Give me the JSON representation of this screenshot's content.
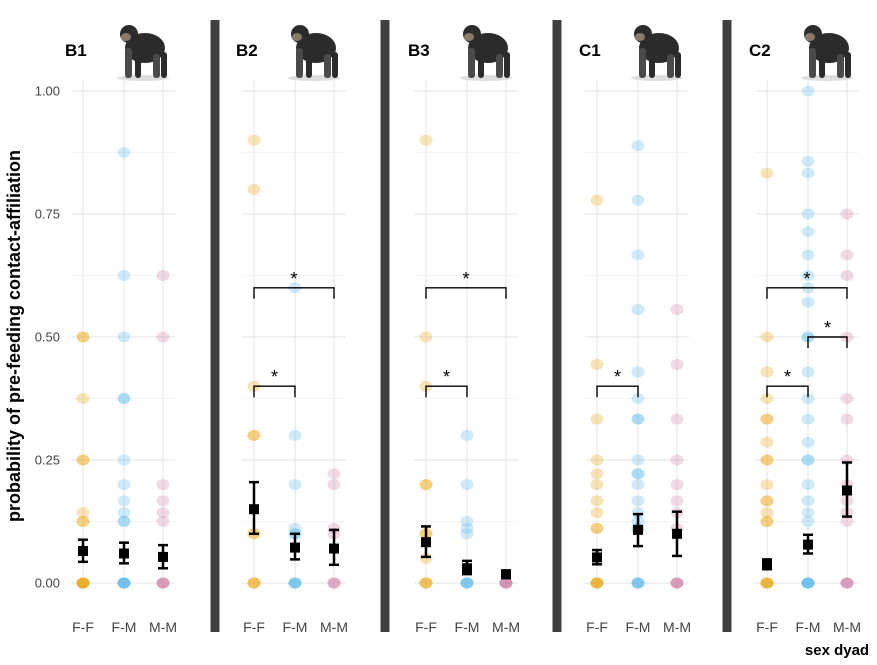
{
  "chart_data": {
    "type": "scatter",
    "ylabel": "probability of pre-feeding contact-affiliation",
    "xlabel": "sex dyad",
    "ylim": [
      0,
      1
    ],
    "yticks": [
      "0.00",
      "0.25",
      "0.50",
      "0.75",
      "1.00"
    ],
    "categories": [
      "F-F",
      "F-M",
      "M-M"
    ],
    "colors": {
      "F-F": "#E69F00",
      "F-M": "#56B4E9",
      "M-M": "#CC79A7"
    },
    "grid": true,
    "panels": [
      {
        "title": "B1",
        "image": "bonobo",
        "points": {
          "F-F": [
            0,
            0,
            0,
            0,
            0,
            0.125,
            0.125,
            0.143,
            0.25,
            0.25,
            0.375,
            0.5,
            0.5
          ],
          "F-M": [
            0,
            0,
            0,
            0,
            0,
            0.125,
            0.125,
            0.143,
            0.167,
            0.2,
            0.25,
            0.375,
            0.375,
            0.5,
            0.625,
            0.875
          ],
          "M-M": [
            0,
            0,
            0,
            0,
            0.125,
            0.143,
            0.167,
            0.2,
            0.5,
            0.625
          ]
        },
        "means": [
          {
            "category": "F-F",
            "mean": 0.065,
            "lo": 0.043,
            "hi": 0.088
          },
          {
            "category": "F-M",
            "mean": 0.06,
            "lo": 0.04,
            "hi": 0.082
          },
          {
            "category": "M-M",
            "mean": 0.053,
            "lo": 0.03,
            "hi": 0.077
          }
        ],
        "significance": []
      },
      {
        "title": "B2",
        "image": "bonobo",
        "points": {
          "F-F": [
            0,
            0,
            0,
            0.1,
            0.1,
            0.3,
            0.3,
            0.4,
            0.8,
            0.9
          ],
          "F-M": [
            0,
            0,
            0,
            0,
            0.1,
            0.1,
            0.111,
            0.2,
            0.3,
            0.6
          ],
          "M-M": [
            0,
            0,
            0,
            0.1,
            0.111,
            0.2,
            0.222
          ]
        },
        "means": [
          {
            "category": "F-F",
            "mean": 0.15,
            "lo": 0.1,
            "hi": 0.205
          },
          {
            "category": "F-M",
            "mean": 0.072,
            "lo": 0.048,
            "hi": 0.1
          },
          {
            "category": "M-M",
            "mean": 0.07,
            "lo": 0.037,
            "hi": 0.108
          }
        ],
        "significance": [
          {
            "from": "F-F",
            "to": "F-M",
            "y": 0.4,
            "label": "*"
          },
          {
            "from": "F-F",
            "to": "M-M",
            "y": 0.6,
            "label": "*"
          }
        ]
      },
      {
        "title": "B3",
        "image": "bonobo",
        "points": {
          "F-F": [
            0,
            0,
            0,
            0.05,
            0.1,
            0.1,
            0.2,
            0.2,
            0.4,
            0.5,
            0.9
          ],
          "F-M": [
            0,
            0,
            0,
            0,
            0.1,
            0.111,
            0.125,
            0.2,
            0.3
          ],
          "M-M": [
            0,
            0,
            0,
            0,
            0
          ]
        },
        "means": [
          {
            "category": "F-F",
            "mean": 0.083,
            "lo": 0.053,
            "hi": 0.115
          },
          {
            "category": "F-M",
            "mean": 0.03,
            "lo": 0.018,
            "hi": 0.045
          },
          {
            "category": "M-M",
            "mean": 0.018,
            "lo": 0.01,
            "hi": 0.025
          }
        ],
        "significance": [
          {
            "from": "F-F",
            "to": "F-M",
            "y": 0.4,
            "label": "*"
          },
          {
            "from": "F-F",
            "to": "M-M",
            "y": 0.6,
            "label": "*"
          }
        ]
      },
      {
        "title": "C1",
        "image": "chimpanzee",
        "points": {
          "F-F": [
            0,
            0,
            0,
            0,
            0.111,
            0.111,
            0.143,
            0.167,
            0.2,
            0.222,
            0.25,
            0.333,
            0.444,
            0.778
          ],
          "F-M": [
            0,
            0,
            0,
            0,
            0.111,
            0.111,
            0.125,
            0.143,
            0.167,
            0.2,
            0.222,
            0.222,
            0.25,
            0.333,
            0.333,
            0.375,
            0.429,
            0.556,
            0.667,
            0.778,
            0.889
          ],
          "M-M": [
            0,
            0,
            0,
            0,
            0.111,
            0.143,
            0.167,
            0.2,
            0.25,
            0.333,
            0.444,
            0.556
          ]
        },
        "means": [
          {
            "category": "F-F",
            "mean": 0.052,
            "lo": 0.038,
            "hi": 0.067
          },
          {
            "category": "F-M",
            "mean": 0.108,
            "lo": 0.075,
            "hi": 0.14
          },
          {
            "category": "M-M",
            "mean": 0.1,
            "lo": 0.055,
            "hi": 0.145
          }
        ],
        "significance": [
          {
            "from": "F-F",
            "to": "F-M",
            "y": 0.4,
            "label": "*"
          }
        ]
      },
      {
        "title": "C2",
        "image": "chimpanzee",
        "points": {
          "F-F": [
            0,
            0,
            0,
            0,
            0.125,
            0.125,
            0.143,
            0.167,
            0.167,
            0.2,
            0.25,
            0.25,
            0.286,
            0.333,
            0.333,
            0.375,
            0.429,
            0.5,
            0.833
          ],
          "F-M": [
            0,
            0,
            0,
            0,
            0,
            0.125,
            0.143,
            0.167,
            0.2,
            0.25,
            0.25,
            0.286,
            0.333,
            0.375,
            0.429,
            0.5,
            0.5,
            0.571,
            0.6,
            0.625,
            0.667,
            0.714,
            0.75,
            0.833,
            0.857,
            1.0
          ],
          "M-M": [
            0,
            0,
            0,
            0,
            0.125,
            0.143,
            0.167,
            0.2,
            0.25,
            0.333,
            0.375,
            0.5,
            0.625,
            0.667,
            0.75
          ]
        },
        "means": [
          {
            "category": "F-F",
            "mean": 0.038,
            "lo": 0.028,
            "hi": 0.048
          },
          {
            "category": "F-M",
            "mean": 0.078,
            "lo": 0.06,
            "hi": 0.098
          },
          {
            "category": "M-M",
            "mean": 0.188,
            "lo": 0.135,
            "hi": 0.245
          }
        ],
        "significance": [
          {
            "from": "F-F",
            "to": "F-M",
            "y": 0.4,
            "label": "*"
          },
          {
            "from": "F-M",
            "to": "M-M",
            "y": 0.5,
            "label": "*"
          },
          {
            "from": "F-F",
            "to": "M-M",
            "y": 0.6,
            "label": "*"
          }
        ]
      }
    ]
  }
}
